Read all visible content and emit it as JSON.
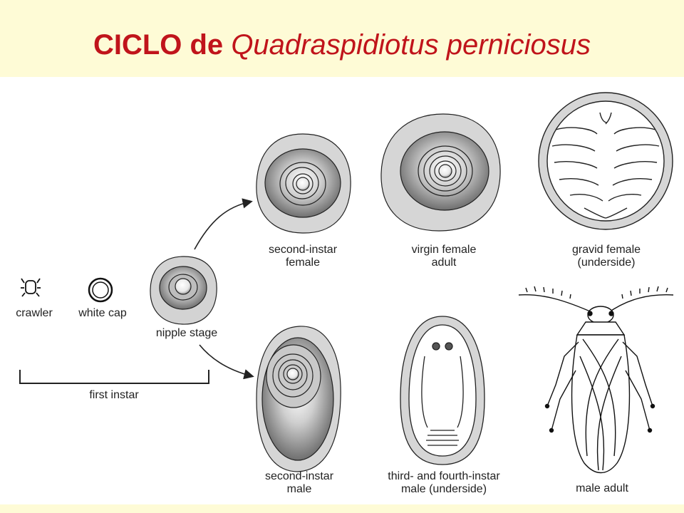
{
  "title": {
    "main": "CICLO de",
    "species": "Quadraspidiotus perniciosus"
  },
  "labels": {
    "crawler": "crawler",
    "white_cap": "white cap",
    "nipple_stage": "nipple stage",
    "first_instar": "first instar",
    "second_instar_female_1": "second-instar",
    "second_instar_female_2": "female",
    "virgin_female_1": "virgin female",
    "virgin_female_2": "adult",
    "gravid_female_1": "gravid female",
    "gravid_female_2": "(underside)",
    "second_instar_male_1": "second-instar",
    "second_instar_male_2": "male",
    "third_fourth_male_1": "third- and fourth-instar",
    "third_fourth_male_2": "male (underside)",
    "male_adult": "male adult"
  },
  "colors": {
    "title": "#c0141b",
    "band": "#fefbd6"
  }
}
